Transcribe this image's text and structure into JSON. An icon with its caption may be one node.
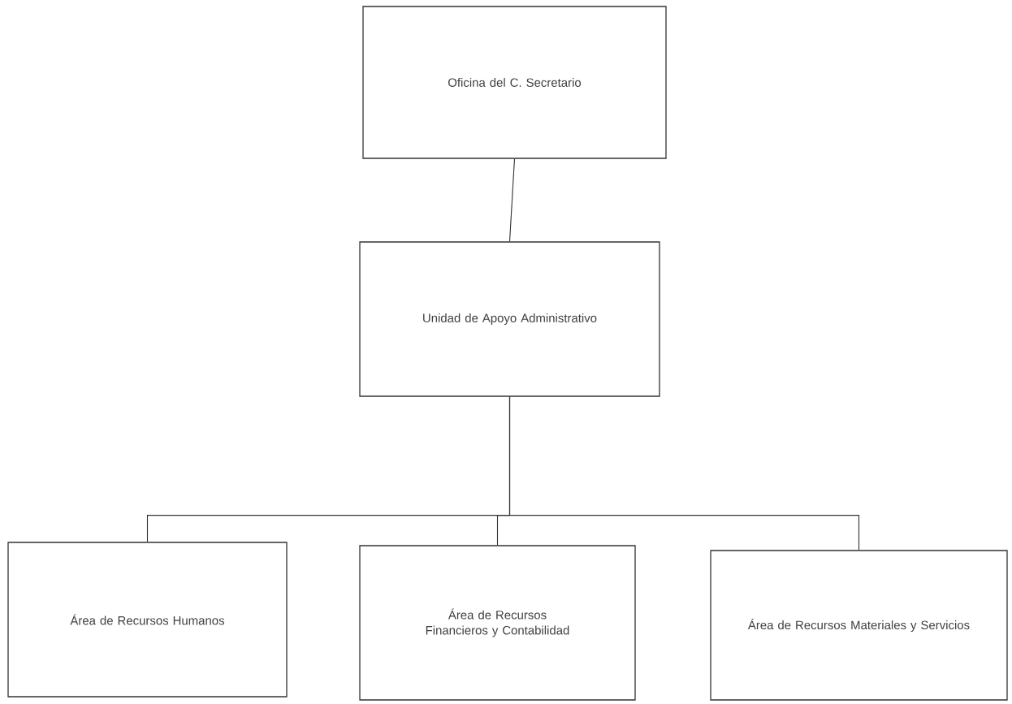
{
  "diagram": {
    "nodes": [
      {
        "text": [
          "Oficina del C. Secretario"
        ]
      },
      {
        "text": [
          "Unidad de Apoyo Administrativo"
        ]
      },
      {
        "text": [
          "Área de Recursos Humanos"
        ]
      },
      {
        "text": [
          "Área de Recursos Financieros y Contabilidad"
        ]
      },
      {
        "text": [
          "Área de Recursos Materiales y Servicios"
        ]
      }
    ],
    "edges": [
      {
        "from": 0,
        "to": 1,
        "arrow": "none"
      },
      {
        "from": 1,
        "to": 2,
        "arrow": "none"
      },
      {
        "from": 1,
        "to": 3,
        "arrow": "none"
      },
      {
        "from": 1,
        "to": 4,
        "arrow": "none"
      }
    ]
  }
}
